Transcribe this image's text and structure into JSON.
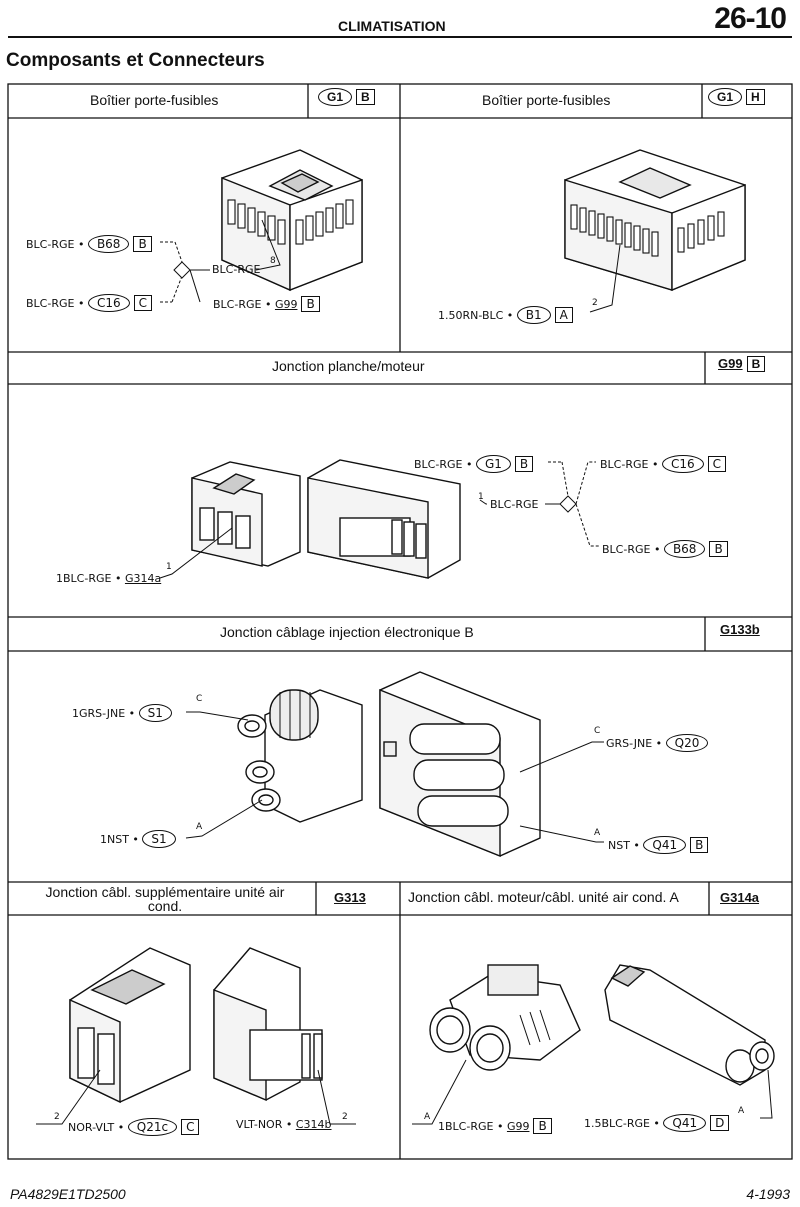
{
  "header": {
    "chapter": "CLIMATISATION",
    "page_number": "26-10",
    "section_title": "Composants et Connecteurs"
  },
  "cells": {
    "g1b": {
      "title": "Boîtier porte-fusibles",
      "code": "G1",
      "variant": "B",
      "labels": {
        "top_left_wire": "BLC-RGE",
        "top_left_conn": "B68",
        "top_left_box": "B",
        "bottom_left_wire": "BLC-RGE",
        "bottom_left_conn": "C16",
        "bottom_left_box": "C",
        "right_top_wire": "BLC-RGE",
        "pin_number": "8",
        "right_bottom_wire": "BLC-RGE",
        "right_bottom_conn": "G99",
        "right_bottom_box": "B"
      }
    },
    "g1h": {
      "title": "Boîtier porte-fusibles",
      "code": "G1",
      "variant": "H",
      "labels": {
        "wire": "1.50RN-BLC",
        "conn": "B1",
        "box": "A",
        "pin_number": "2"
      }
    },
    "g99": {
      "title": "Jonction planche/moteur",
      "code": "G99",
      "variant": "B",
      "labels": {
        "left_wire": "1BLC-RGE",
        "left_conn": "G314a",
        "left_pin": "1",
        "g1_wire": "BLC-RGE",
        "g1_conn": "G1",
        "g1_box": "B",
        "mid_pin": "1",
        "mid_wire": "BLC-RGE",
        "c16_wire": "BLC-RGE",
        "c16_conn": "C16",
        "c16_box": "C",
        "b68_wire": "BLC-RGE",
        "b68_conn": "B68",
        "b68_box": "B"
      }
    },
    "g133b": {
      "title": "Jonction câblage injection électronique B",
      "code": "G133b",
      "labels": {
        "top_left_wire": "1GRS-JNE",
        "top_left_conn": "S1",
        "top_left_pin": "C",
        "bottom_left_wire": "1NST",
        "bottom_left_conn": "S1",
        "bottom_left_pin": "A",
        "top_right_pin": "C",
        "top_right_wire": "GRS-JNE",
        "top_right_conn": "Q20",
        "bottom_right_pin": "A",
        "bottom_right_wire": "NST",
        "bottom_right_conn": "Q41",
        "bottom_right_box": "B"
      }
    },
    "g313": {
      "title": "Jonction câbl. supplémentaire unité air cond.",
      "code": "G313",
      "labels": {
        "left_pin": "2",
        "left_wire": "NOR-VLT",
        "left_conn": "Q21c",
        "left_box": "C",
        "right_wire": "VLT-NOR",
        "right_conn": "C314b",
        "right_pin": "2"
      }
    },
    "g314a": {
      "title": "Jonction câbl. moteur/câbl. unité air cond. A",
      "code": "G314a",
      "labels": {
        "left_pin": "A",
        "left_wire": "1BLC-RGE",
        "left_conn": "G99",
        "left_box": "B",
        "right_wire": "1.5BLC-RGE",
        "right_conn": "Q41",
        "right_box": "D",
        "right_pin": "A"
      }
    }
  },
  "footer": {
    "doc_ref": "PA4829E1TD2500",
    "date": "4-1993"
  }
}
